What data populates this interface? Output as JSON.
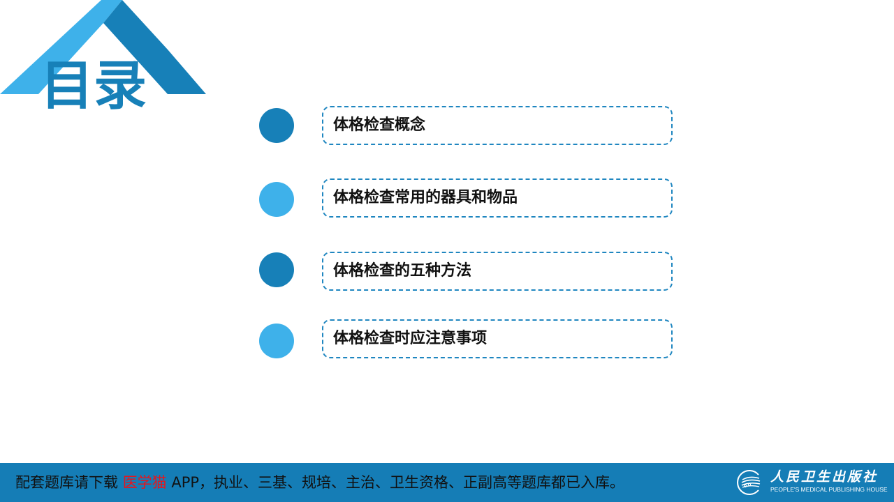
{
  "header": {
    "title": "目录"
  },
  "colors": {
    "dark_blue": "#1780B8",
    "light_blue": "#3EB1EA",
    "footer_bg": "#157DB6",
    "highlight_red": "#E8141B",
    "dashed_border": "#1F86C0"
  },
  "toc": {
    "items": [
      {
        "label": "体格检查概念",
        "bullet_color": "dark"
      },
      {
        "label": "体格检查常用的器具和物品",
        "bullet_color": "light"
      },
      {
        "label": "体格检查的五种方法",
        "bullet_color": "dark"
      },
      {
        "label": "体格检查时应注意事项",
        "bullet_color": "light"
      }
    ]
  },
  "footer": {
    "text_before": "配套题库请下载 ",
    "highlight": "医学猫",
    "text_after": " APP，执业、三基、规培、主治、卫生资格、正副高等题库都已入库。"
  },
  "logo": {
    "icon": "publisher-emblem-icon",
    "name_cn": "人民卫生出版社",
    "name_en": "PEOPLE'S MEDICAL PUBLISHING HOUSE"
  }
}
